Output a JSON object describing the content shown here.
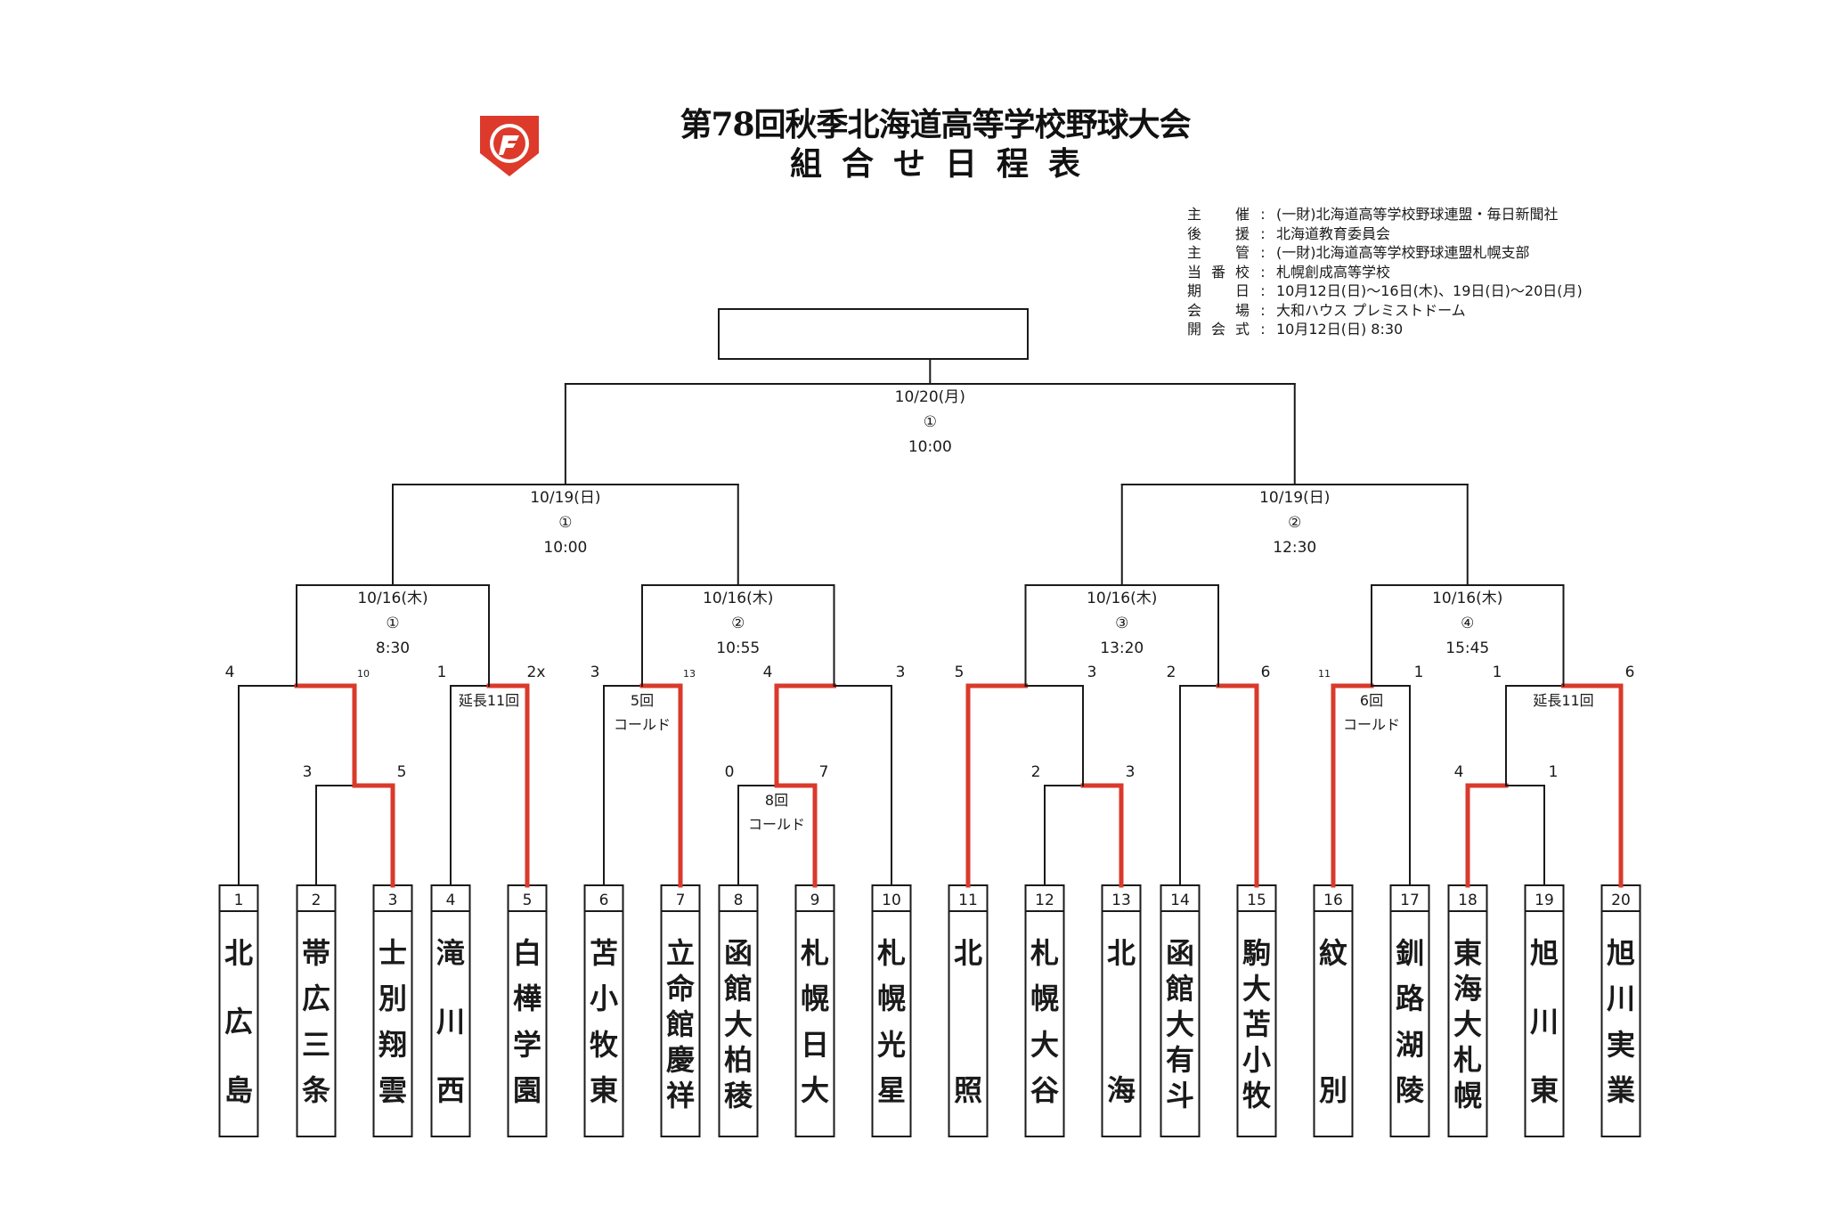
{
  "title": {
    "main": "第78回秋季北海道高等学校野球大会",
    "sub": "組合せ日程表"
  },
  "logo_icon": "fighters-f-shield-icon",
  "info": [
    {
      "label": [
        "主",
        "催"
      ],
      "value": "(一財)北海道高等学校野球連盟・毎日新聞社"
    },
    {
      "label": [
        "後",
        "援"
      ],
      "value": "北海道教育委員会"
    },
    {
      "label": [
        "主",
        "管"
      ],
      "value": "(一財)北海道高等学校野球連盟札幌支部"
    },
    {
      "label": [
        "当",
        "番",
        "校"
      ],
      "value": "札幌創成高等学校"
    },
    {
      "label": [
        "期",
        "日"
      ],
      "value": "10月12日(日)〜16日(木)、19日(日)〜20日(月)"
    },
    {
      "label": [
        "会",
        "場"
      ],
      "value": "大和ハウス プレミストドーム"
    },
    {
      "label": [
        "開",
        "会",
        "式"
      ],
      "value": "10月12日(日) 8:30"
    }
  ],
  "separator": ":",
  "colors": {
    "line": "#1a1a1a",
    "winner_path": "#d93a2b",
    "logo": "#dd3a2c"
  },
  "final": {
    "date": "10/20(月)",
    "game_no": "①",
    "time": "10:00",
    "champion": ""
  },
  "semifinals": [
    {
      "date": "10/19(日)",
      "game_no": "①",
      "time": "10:00"
    },
    {
      "date": "10/19(日)",
      "game_no": "②",
      "time": "12:30"
    }
  ],
  "quarterfinals": [
    {
      "date": "10/16(木)",
      "game_no": "①",
      "time": "8:30"
    },
    {
      "date": "10/16(木)",
      "game_no": "②",
      "time": "10:55"
    },
    {
      "date": "10/16(木)",
      "game_no": "③",
      "time": "13:20"
    },
    {
      "date": "10/16(木)",
      "game_no": "④",
      "time": "15:45"
    }
  ],
  "teams": [
    {
      "no": "1",
      "name": [
        "北",
        "広",
        "島"
      ]
    },
    {
      "no": "2",
      "name": [
        "帯",
        "広",
        "三",
        "条"
      ]
    },
    {
      "no": "3",
      "name": [
        "士",
        "別",
        "翔",
        "雲"
      ]
    },
    {
      "no": "4",
      "name": [
        "滝",
        "川",
        "西"
      ]
    },
    {
      "no": "5",
      "name": [
        "白",
        "樺",
        "学",
        "園"
      ]
    },
    {
      "no": "6",
      "name": [
        "苫",
        "小",
        "牧",
        "東"
      ]
    },
    {
      "no": "7",
      "name": [
        "立",
        "命",
        "館",
        "慶",
        "祥"
      ]
    },
    {
      "no": "8",
      "name": [
        "函",
        "館",
        "大",
        "柏",
        "稜"
      ]
    },
    {
      "no": "9",
      "name": [
        "札",
        "幌",
        "日",
        "大"
      ]
    },
    {
      "no": "10",
      "name": [
        "札",
        "幌",
        "光",
        "星"
      ]
    },
    {
      "no": "11",
      "name": [
        "北",
        "照"
      ]
    },
    {
      "no": "12",
      "name": [
        "札",
        "幌",
        "大",
        "谷"
      ]
    },
    {
      "no": "13",
      "name": [
        "北",
        "海"
      ]
    },
    {
      "no": "14",
      "name": [
        "函",
        "館",
        "大",
        "有",
        "斗"
      ]
    },
    {
      "no": "15",
      "name": [
        "駒",
        "大",
        "苫",
        "小",
        "牧"
      ]
    },
    {
      "no": "16",
      "name": [
        "紋",
        "別"
      ]
    },
    {
      "no": "17",
      "name": [
        "釧",
        "路",
        "湖",
        "陵"
      ]
    },
    {
      "no": "18",
      "name": [
        "東",
        "海",
        "大",
        "札",
        "幌"
      ]
    },
    {
      "no": "19",
      "name": [
        "旭",
        "川",
        "東"
      ]
    },
    {
      "no": "20",
      "name": [
        "旭",
        "川",
        "実",
        "業"
      ]
    }
  ],
  "games": [
    {
      "id": "g1",
      "round": 1,
      "a": 2,
      "b": 3,
      "score_a": "3",
      "score_b": "5",
      "winner": "b",
      "note": []
    },
    {
      "id": "g2",
      "round": 1,
      "a": 8,
      "b": 9,
      "score_a": "0",
      "score_b": "7",
      "winner": "b",
      "note": [
        "8回",
        "コールド"
      ]
    },
    {
      "id": "g3",
      "round": 1,
      "a": 12,
      "b": 13,
      "score_a": "2",
      "score_b": "3",
      "winner": "b",
      "note": []
    },
    {
      "id": "g4",
      "round": 1,
      "a": 18,
      "b": 19,
      "score_a": "4",
      "score_b": "1",
      "winner": "a",
      "note": []
    },
    {
      "id": "g5",
      "round": 2,
      "a": 1,
      "b": "g1",
      "score_a": "4",
      "score_b": "10",
      "winner": "b",
      "note": []
    },
    {
      "id": "g6",
      "round": 2,
      "a": 4,
      "b": 5,
      "score_a": "1",
      "score_b": "2x",
      "winner": "b",
      "note": [
        "延長11回"
      ]
    },
    {
      "id": "g7",
      "round": 2,
      "a": 6,
      "b": 7,
      "score_a": "3",
      "score_b": "13",
      "winner": "b",
      "note": [
        "5回",
        "コールド"
      ]
    },
    {
      "id": "g8",
      "round": 2,
      "a": "g2",
      "b": 10,
      "score_a": "4",
      "score_b": "3",
      "winner": "a",
      "note": []
    },
    {
      "id": "g9",
      "round": 2,
      "a": 11,
      "b": "g3",
      "score_a": "5",
      "score_b": "3",
      "winner": "a",
      "note": []
    },
    {
      "id": "g10",
      "round": 2,
      "a": 14,
      "b": 15,
      "score_a": "2",
      "score_b": "6",
      "winner": "b",
      "note": []
    },
    {
      "id": "g11",
      "round": 2,
      "a": 16,
      "b": 17,
      "score_a": "11",
      "score_b": "1",
      "winner": "a",
      "note": [
        "6回",
        "コールド"
      ]
    },
    {
      "id": "g12",
      "round": 2,
      "a": "g4",
      "b": 20,
      "score_a": "1",
      "score_b": "6",
      "winner": "b",
      "note": [
        "延長11回"
      ]
    },
    {
      "id": "qf1",
      "round": 3,
      "a": "g5",
      "b": "g6",
      "winner": null,
      "schedule": 0
    },
    {
      "id": "qf2",
      "round": 3,
      "a": "g7",
      "b": "g8",
      "winner": null,
      "schedule": 1
    },
    {
      "id": "qf3",
      "round": 3,
      "a": "g9",
      "b": "g10",
      "winner": null,
      "schedule": 2
    },
    {
      "id": "qf4",
      "round": 3,
      "a": "g11",
      "b": "g12",
      "winner": null,
      "schedule": 3
    },
    {
      "id": "sf1",
      "round": 4,
      "a": "qf1",
      "b": "qf2",
      "winner": null,
      "schedule": 0
    },
    {
      "id": "sf2",
      "round": 4,
      "a": "qf3",
      "b": "qf4",
      "winner": null,
      "schedule": 1
    },
    {
      "id": "f",
      "round": 5,
      "a": "sf1",
      "b": "sf2",
      "winner": null
    }
  ]
}
